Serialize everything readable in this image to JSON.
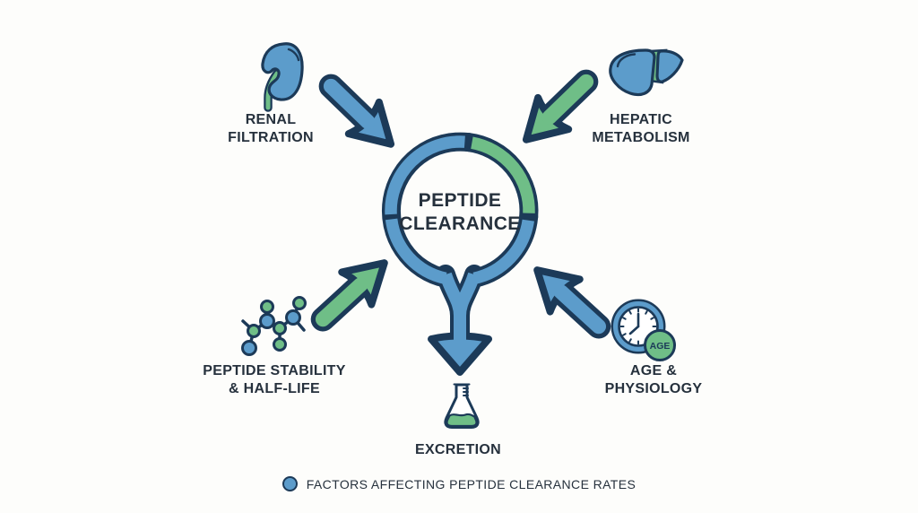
{
  "colors": {
    "blue": "#5c9ccb",
    "green": "#6fbe87",
    "outline": "#1c3a58",
    "text": "#26313d",
    "background": "#fdfdfb"
  },
  "center": {
    "line1": "PEPTIDE",
    "line2": "CLEARANCE"
  },
  "factors": [
    {
      "id": "renal-filtration",
      "line1": "RENAL",
      "line2": "FILTRATION",
      "icon": "kidney-icon",
      "arrow_color": "blue",
      "arrow_direction": "down-right"
    },
    {
      "id": "hepatic-metabolism",
      "line1": "HEPATIC",
      "line2": "METABOLISM",
      "icon": "liver-icon",
      "arrow_color": "green",
      "arrow_direction": "down-left"
    },
    {
      "id": "peptide-stability",
      "line1": "PEPTIDE STABILITY",
      "line2": "& HALF-LIFE",
      "icon": "molecule-icon",
      "arrow_color": "green",
      "arrow_direction": "up-right"
    },
    {
      "id": "age-physiology",
      "line1": "AGE &",
      "line2": "PHYSIOLOGY",
      "icon": "clock-icon",
      "badge": "AGE",
      "arrow_color": "blue",
      "arrow_direction": "up-left"
    }
  ],
  "outcome": {
    "label": "EXCRETION",
    "icon": "flask-icon"
  },
  "legend": {
    "text": "FACTORS AFFECTING PEPTIDE CLEARANCE RATES",
    "marker": "circle",
    "marker_color": "#5c9ccb"
  }
}
